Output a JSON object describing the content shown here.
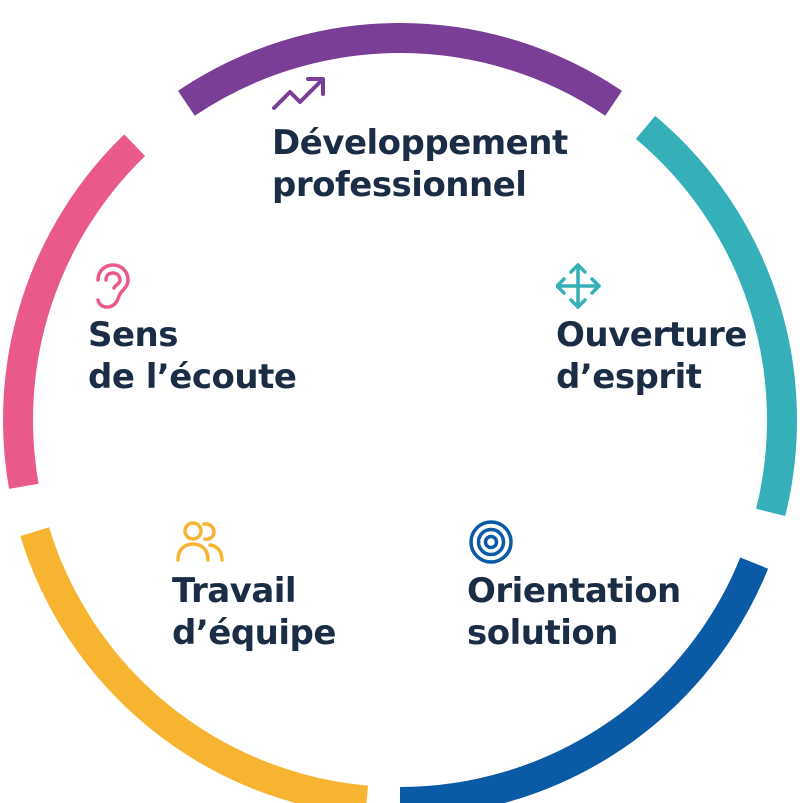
{
  "diagram": {
    "type": "ring",
    "segments": [
      {
        "id": "dev",
        "color": "#7a3e96",
        "icon": "trend-up-arrow-icon",
        "label_lines": [
          "Développement",
          "professionnel"
        ]
      },
      {
        "id": "ouverture",
        "color": "#36b0b8",
        "icon": "four-way-arrows-icon",
        "label_lines": [
          "Ouverture",
          "d’esprit"
        ]
      },
      {
        "id": "orientation",
        "color": "#0a5aa6",
        "icon": "target-icon",
        "label_lines": [
          "Orientation",
          "solution"
        ]
      },
      {
        "id": "travail",
        "color": "#f6b431",
        "icon": "team-people-icon",
        "label_lines": [
          "Travail",
          "d’équipe"
        ]
      },
      {
        "id": "ecoute",
        "color": "#e95a8b",
        "icon": "ear-icon",
        "label_lines": [
          "Sens",
          "de l’écoute"
        ]
      }
    ]
  }
}
